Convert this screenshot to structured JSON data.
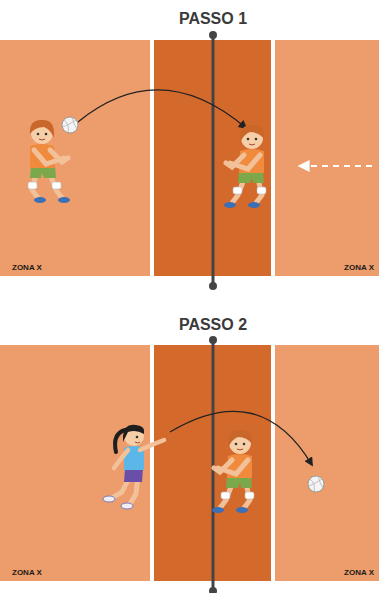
{
  "diagram": {
    "labels": [
      "PASSO 1",
      "ZONA X",
      "ZONA X",
      "PASSO 2",
      "ZONA X",
      "ZONA X"
    ]
  }
}
